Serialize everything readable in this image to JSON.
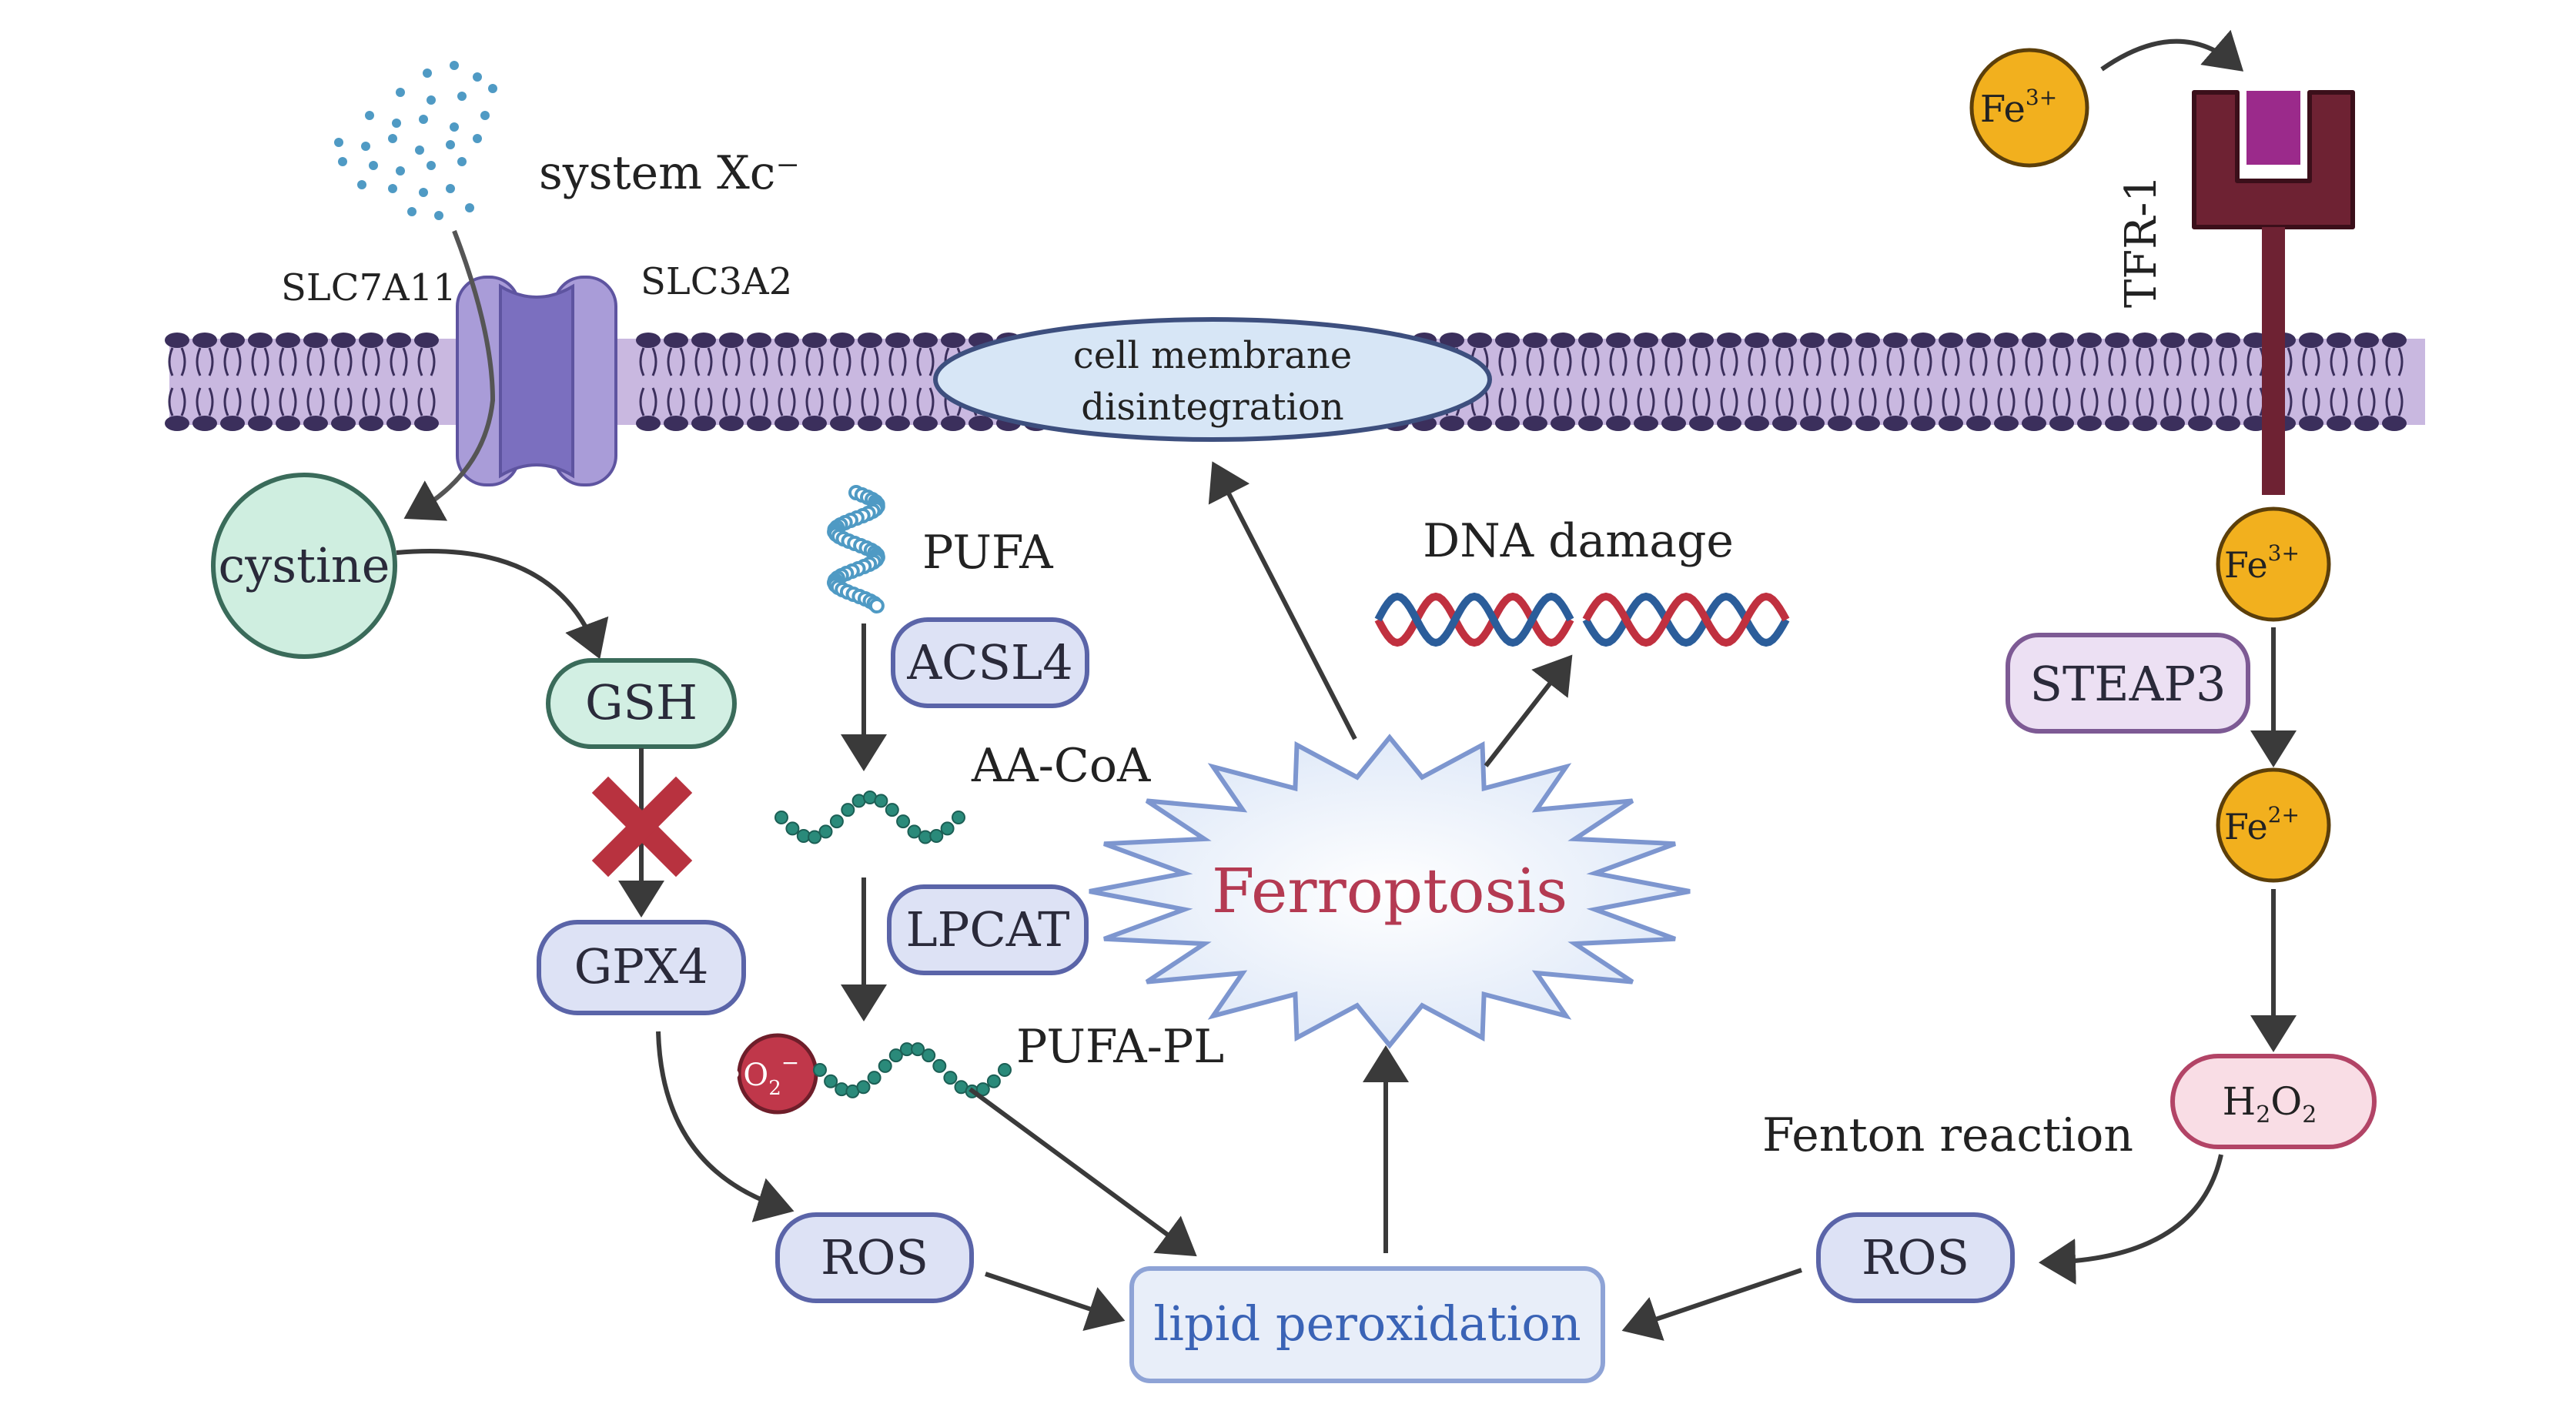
{
  "labels": {
    "system_xc": "system Xc⁻",
    "slc7a11": "SLC7A11",
    "slc3a2": "SLC3A2",
    "cell_membrane_line1": "cell membrane",
    "cell_membrane_line2": "disintegration",
    "tfr1": "TFR-1",
    "cystine": "cystine",
    "gsh": "GSH",
    "gpx4": "GPX4",
    "ros_left": "ROS",
    "pufa": "PUFA",
    "acsl4": "ACSL4",
    "aa_coa": "AA-CoA",
    "lpcat": "LPCAT",
    "pufa_pl": "PUFA-PL",
    "superoxide_base": "•O",
    "superoxide_sub": "2",
    "superoxide_sup": "−",
    "ferroptosis": "Ferroptosis",
    "dna_damage": "DNA damage",
    "lipid_peroxidation": "lipid peroxidation",
    "fe_base": "Fe",
    "fe3_sup": "3+",
    "fe2_sup": "2+",
    "steap3": "STEAP3",
    "h2o2_h": "H",
    "h2o2_sub": "2",
    "h2o2_o": "O",
    "fenton": "Fenton reaction",
    "ros_right": "ROS"
  },
  "colors": {
    "membrane": "#c9b8e0",
    "lipid_head": "#3b2f5c",
    "transporter": "#7b6fbf",
    "cystine_fill": "#cfeee0",
    "gsh_fill": "#d2efe3",
    "box_fill": "#dde2f5",
    "box_stroke": "#5a64a8",
    "ferroptosis_text": "#b43a52",
    "iron": "#f2b01e",
    "tfr1": "#6e2233",
    "steap3_fill": "#ece0f3",
    "h2o2_fill": "#f9dde5",
    "h2o2_stroke": "#b24466",
    "x_mark": "#b8323f",
    "superoxide": "#c0374a",
    "chain": "#2a8a7a",
    "dna_red": "#c0303f",
    "dna_blue": "#2b5d9a",
    "lipid_box_fill": "#e8eef9",
    "lipid_box_stroke": "#8ea3d6",
    "lipid_text": "#3a63b6"
  }
}
